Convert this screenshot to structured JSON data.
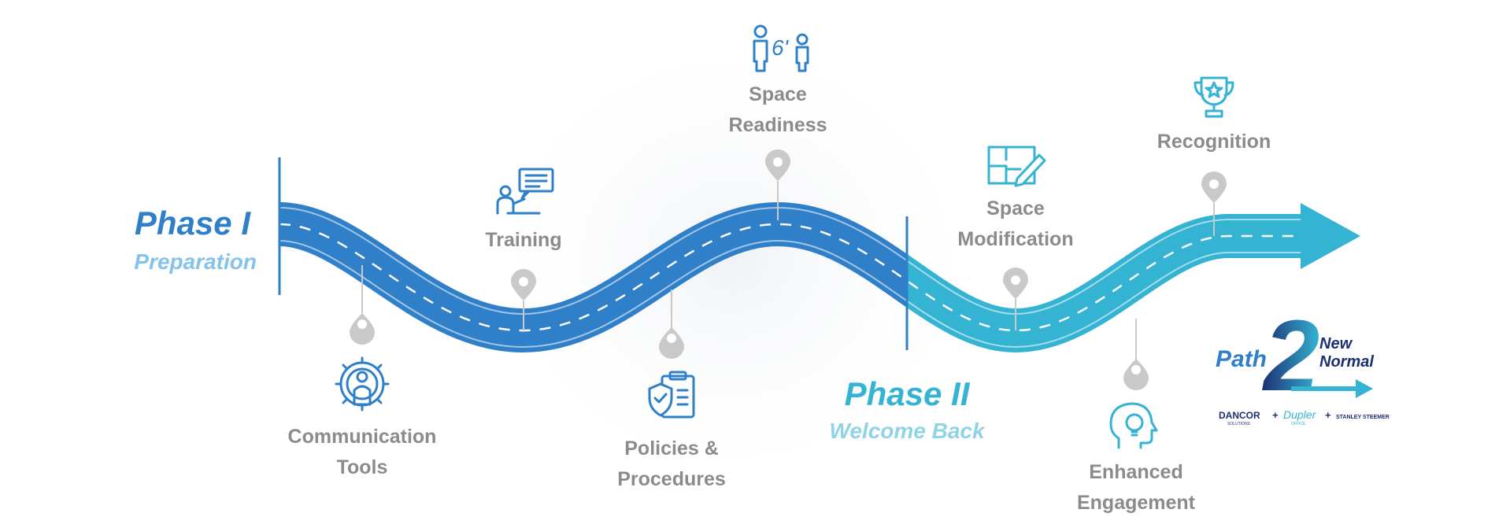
{
  "colors": {
    "road_dark": "#2f7fc9",
    "road_light": "#35b3d3",
    "phase_title": "#2f7fc9",
    "phase_sub": "#85c3ea",
    "phase2_title": "#35b3d3",
    "phase2_sub": "#8fd3e6",
    "label_gray": "#8b8b8b",
    "pin_gray": "#c9c9c9",
    "icon_dark": "#2f7fc9",
    "icon_light": "#35b3d3",
    "logo_navy": "#1c2f73"
  },
  "phases": [
    {
      "title": "Phase I",
      "subtitle": "Preparation"
    },
    {
      "title": "Phase II",
      "subtitle": "Welcome Back"
    }
  ],
  "milestones": [
    {
      "id": "communication-tools",
      "lines": [
        "Communication",
        "Tools"
      ],
      "icon": "gear-person-icon"
    },
    {
      "id": "training",
      "lines": [
        "Training"
      ],
      "icon": "presentation-icon"
    },
    {
      "id": "policies-procedures",
      "lines": [
        "Policies &",
        "Procedures"
      ],
      "icon": "clipboard-shield-icon"
    },
    {
      "id": "space-readiness",
      "lines": [
        "Space",
        "Readiness"
      ],
      "icon": "social-distance-icon"
    },
    {
      "id": "space-modification",
      "lines": [
        "Space",
        "Modification"
      ],
      "icon": "floorplan-pencil-icon"
    },
    {
      "id": "enhanced-engagement",
      "lines": [
        "Enhanced",
        "Engagement"
      ],
      "icon": "head-lightbulb-icon"
    },
    {
      "id": "recognition",
      "lines": [
        "Recognition"
      ],
      "icon": "trophy-icon"
    }
  ],
  "distance_label": "6'",
  "logo": {
    "path": "Path",
    "number": "2",
    "line1": "New",
    "line2": "Normal",
    "partners": [
      "DANCOR",
      "Dupler",
      "STANLEY STEEMER"
    ],
    "partner_sub": "SOLUTIONS",
    "partner_sub2": "OFFICE",
    "separator": "+"
  }
}
